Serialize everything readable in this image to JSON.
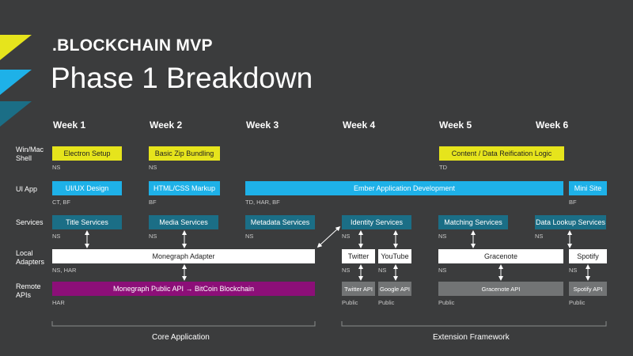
{
  "header": {
    "subtitle": ".BLOCKCHAIN MVP",
    "title": "Phase 1 Breakdown"
  },
  "weeks": [
    "Week 1",
    "Week 2",
    "Week 3",
    "Week 4",
    "Week 5",
    "Week 6"
  ],
  "row_labels": {
    "shell": "Win/Mac\nShell",
    "ui": "UI App",
    "services": "Services",
    "adapters": "Local\nAdapters",
    "remote": "Remote\nAPIs"
  },
  "boxes": {
    "electron": "Electron Setup",
    "zip": "Basic Zip Bundling",
    "reification": "Content / Data Reification Logic",
    "uiux": "UI/UX Design",
    "htmlcss": "HTML/CSS Markup",
    "ember": "Ember Application Development",
    "minisite": "Mini Site",
    "title_services": "Title Services",
    "media_services": "Media Services",
    "metadata_services": "Metadata Services",
    "identity_services": "Identity Services",
    "matching_services": "Matching Services",
    "data_lookup_services": "Data Lookup Services",
    "monegraph_adapter": "Monegraph Adapter",
    "twitter": "Twitter",
    "youtube": "YouTube",
    "gracenote": "Gracenote",
    "spotify": "Spotify",
    "monegraph_api": "Monegraph Public API → BitCoin Blockchain",
    "twitter_api": "Twitter API",
    "google_api": "Google API",
    "gracenote_api": "Gracenote API",
    "spotify_api": "Spotify API"
  },
  "tags": {
    "electron": "NS",
    "zip": "NS",
    "reification": "TD",
    "uiux": "CT, BF",
    "htmlcss": "BF",
    "ember": "TD, HAR, BF",
    "minisite": "BF",
    "title_services": "NS",
    "media_services": "NS",
    "metadata_services": "NS",
    "identity_services": "NS",
    "matching_services": "NS",
    "data_lookup_services": "NS",
    "monegraph_adapter": "NS, HAR",
    "twitter": "NS",
    "youtube": "NS",
    "gracenote": "NS",
    "spotify": "NS",
    "monegraph_api": "HAR",
    "twitter_api": "Public",
    "google_api": "Public",
    "gracenote_api": "Public",
    "spotify_api": "Public"
  },
  "footer": {
    "core": "Core Application",
    "extension": "Extension Framework"
  },
  "colors": {
    "background": "#3b3c3d",
    "yellow": "#e6e41c",
    "blue": "#1eb1e8",
    "teal": "#1b6e86",
    "purple": "#8c0f78",
    "gray": "#727475"
  }
}
